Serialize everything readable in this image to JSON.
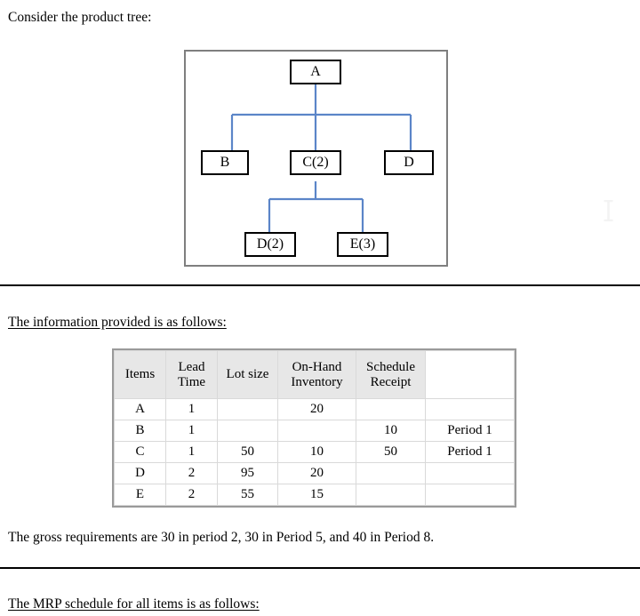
{
  "document": {
    "intro_line": "Consider the product tree:",
    "info_heading": "The information provided is as follows:",
    "gross_requirements_line": "The gross requirements are 30 in period 2, 30 in Period 5, and 40 in Period 8.",
    "mrp_heading": "The MRP schedule for all items is as follows:"
  },
  "product_tree": {
    "connector_color": "#5b85c8",
    "border_color": "#7f7f7f",
    "node_border_color": "#000000",
    "nodes": [
      {
        "id": "A",
        "label": "A",
        "level": 0
      },
      {
        "id": "B",
        "label": "B",
        "level": 1
      },
      {
        "id": "C",
        "label": "C(2)",
        "level": 1
      },
      {
        "id": "D",
        "label": "D",
        "level": 1
      },
      {
        "id": "D2",
        "label": "D(2)",
        "level": 2
      },
      {
        "id": "E3",
        "label": "E(3)",
        "level": 2
      }
    ],
    "edges": [
      {
        "from": "A",
        "to": "B"
      },
      {
        "from": "A",
        "to": "C"
      },
      {
        "from": "A",
        "to": "D"
      },
      {
        "from": "C",
        "to": "D2"
      },
      {
        "from": "C",
        "to": "E3"
      }
    ]
  },
  "info_table": {
    "headers": [
      "Items",
      "Lead Time",
      "Lot size",
      "On-Hand Inventory",
      "Schedule Receipt",
      ""
    ],
    "header_lines": [
      [
        "Items"
      ],
      [
        "Lead",
        "Time"
      ],
      [
        "Lot size"
      ],
      [
        "On-Hand",
        "Inventory"
      ],
      [
        "Schedule",
        "Receipt"
      ],
      [
        ""
      ]
    ],
    "rows": [
      {
        "item": "A",
        "lead_time": "1",
        "lot_size": "",
        "on_hand": "20",
        "schedule_receipt": "",
        "note": ""
      },
      {
        "item": "B",
        "lead_time": "1",
        "lot_size": "",
        "on_hand": "",
        "schedule_receipt": "10",
        "note": "Period 1"
      },
      {
        "item": "C",
        "lead_time": "1",
        "lot_size": "50",
        "on_hand": "10",
        "schedule_receipt": "50",
        "note": "Period 1"
      },
      {
        "item": "D",
        "lead_time": "2",
        "lot_size": "95",
        "on_hand": "20",
        "schedule_receipt": "",
        "note": ""
      },
      {
        "item": "E",
        "lead_time": "2",
        "lot_size": "55",
        "on_hand": "15",
        "schedule_receipt": "",
        "note": ""
      }
    ]
  },
  "cursor": {
    "type": "text-ibeam"
  }
}
